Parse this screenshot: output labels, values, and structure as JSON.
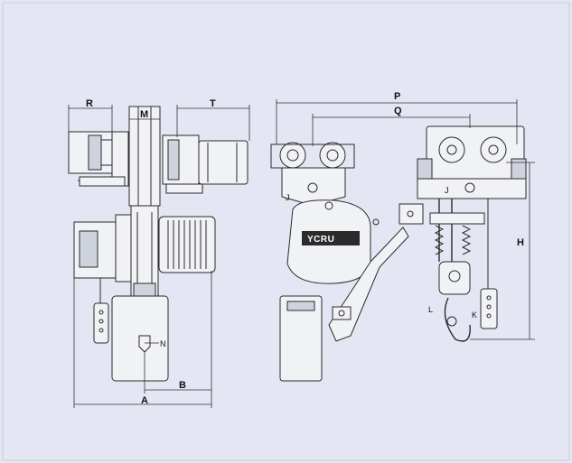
{
  "labels": {
    "R": "R",
    "M": "M",
    "T": "T",
    "A": "A",
    "B": "B",
    "N": "N",
    "P": "P",
    "Q": "Q",
    "H": "H",
    "J_left": "J",
    "J_right": "J",
    "L": "L",
    "K": "K"
  },
  "brand_plate": "YCRU"
}
